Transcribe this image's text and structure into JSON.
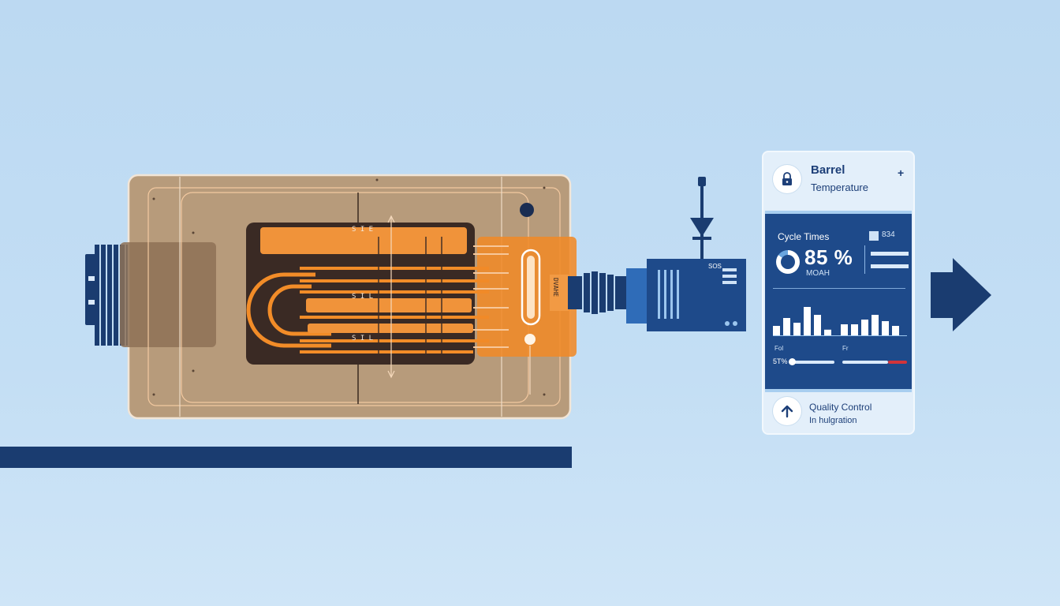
{
  "mold_labels": {
    "left_upper": "S I E",
    "left_mid": "S I L",
    "left_lower": "S I L",
    "right_vertical": "DVAHE"
  },
  "motor_label": "SOS",
  "dashboard": {
    "header_title": "Barrel",
    "header_subtitle": "Temperature",
    "header_plus": "+",
    "metric_label": "Cycle Times",
    "metric_tag": "834",
    "metric_value": "85 %",
    "metric_value_fraction": 0.85,
    "metric_sub": "MOAH",
    "chart_label_a": "Fol",
    "chart_label_b": "Fr",
    "chart_label_c": "5T%",
    "bars": [
      0.3,
      0.55,
      0.4,
      0.9,
      0.65,
      0.18,
      0.35,
      0.35,
      0.5,
      0.65,
      0.45,
      0.3
    ],
    "quality_title": "Quality Control",
    "quality_sub": "In hulgration"
  },
  "colors": {
    "background": "#bcd9f2",
    "navy": "#1a3c70",
    "orange": "#f28c28",
    "mold_tan": "#b79b7b",
    "panel_blue": "#1e4a8a"
  },
  "icons": {
    "header": "lock-icon",
    "quality": "arrow-up-icon",
    "right_arrow": "arrow-right-icon",
    "down_arrow": "arrow-down-icon"
  }
}
